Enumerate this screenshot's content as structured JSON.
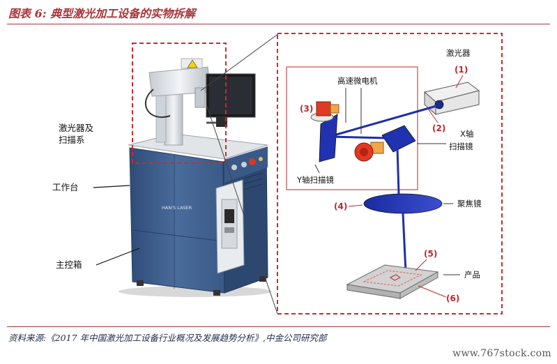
{
  "figure": {
    "title": "图表 6: 典型激光加工设备的实物拆解",
    "source": "资料来源:《2017 年中国激光加工设备行业概况及发展趋势分析》,中金公司研究部",
    "watermark": "www.767stock.com"
  },
  "machine": {
    "labels": {
      "laser_scan_line1": "激光器及",
      "laser_scan_line2": "扫描系",
      "workbench": "工作台",
      "control_box": "主控箱"
    },
    "brand_text": "HAN'S LASER"
  },
  "schematic": {
    "labels": {
      "laser": "激光器",
      "motor": "高速微电机",
      "x_mirror_line1": "X轴",
      "x_mirror_line2": "扫描镜",
      "y_mirror": "Y轴扫描镜",
      "focus_lens": "聚焦镜",
      "product": "产品"
    },
    "numbers": {
      "n1": "(1)",
      "n2": "(2)",
      "n3": "(3)",
      "n4": "(4)",
      "n5": "(5)",
      "n6": "(6)"
    }
  },
  "colors": {
    "accent_red": "#d4262c",
    "beam_blue": "#1e2fa8",
    "cabinet_blue": "#3e5e8c"
  }
}
